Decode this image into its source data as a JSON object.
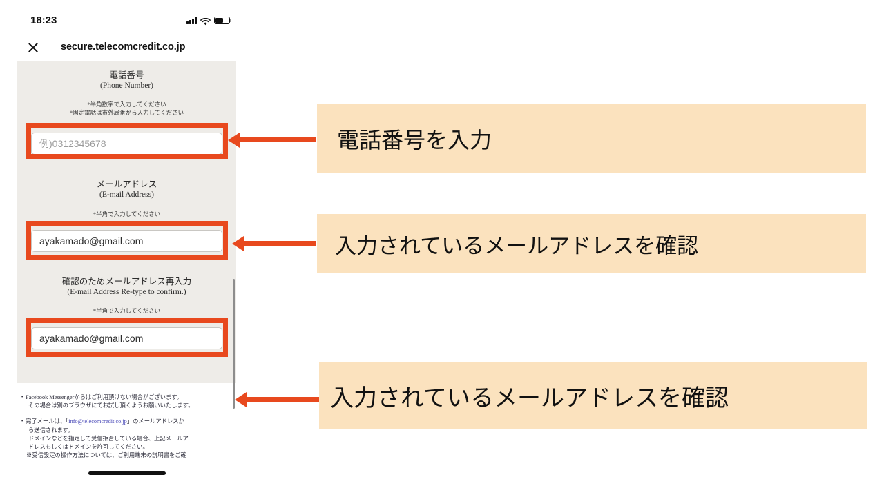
{
  "phone": {
    "status_bar": {
      "time": "18:23",
      "icons": [
        "cellular-signal-icon",
        "wifi-icon",
        "battery-icon"
      ],
      "battery_level_percent": 50
    },
    "browser": {
      "close_label": "×",
      "host": "secure.telecomcredit.co.jp"
    },
    "form": {
      "fields": [
        {
          "title_ja": "電話番号",
          "title_en": "(Phone Number)",
          "hints": [
            "*半角数字で入力してください",
            "*固定電話は市外局番から入力してください"
          ],
          "value": "",
          "placeholder": "例)0312345678",
          "highlighted": true
        },
        {
          "title_ja": "メールアドレス",
          "title_en": "(E-mail Address)",
          "hints": [
            "*半角で入力してください"
          ],
          "value": "ayakamado@gmail.com",
          "placeholder": "",
          "highlighted": true
        },
        {
          "title_ja": "確認のためメールアドレス再入力",
          "title_en": "(E-mail Address Re-type to confirm.)",
          "hints": [
            "*半角で入力してください"
          ],
          "value": "ayakamado@gmail.com",
          "placeholder": "",
          "highlighted": true
        }
      ]
    },
    "notes": [
      {
        "bullet": "・",
        "lines": [
          "Facebook Messengerからはご利用頂けない場合がございます。",
          "その場合は別のブラウザにてお試し頂くようお願いいたします。"
        ]
      },
      {
        "bullet": "・",
        "lines": [
          "完了メールは、「info@telecomcredit.co.jp」のメールアドレスか",
          "ら送信されます。",
          "ドメインなどを指定して受信拒否している場合、上記メールア",
          "ドレスもしくはドメインを許可してください。",
          "※受信設定の操作方法については、ご利用端末の説明書をご確"
        ],
        "link_text": "info@telecomcredit.co.jp"
      }
    ]
  },
  "annotations": [
    {
      "text": "電話番号を入力",
      "font_size": 32
    },
    {
      "text": "入力されているメールアドレスを確認",
      "font_size": 31
    },
    {
      "text": "入力されているメールアドレスを確認",
      "font_size": 34
    }
  ],
  "colors": {
    "highlight_red": "#E8491E",
    "callout_bg": "#FBE2BE",
    "form_bg": "#EEECE8",
    "link_blue": "#4a4ab8",
    "page_bg": "#FFFFFF"
  }
}
